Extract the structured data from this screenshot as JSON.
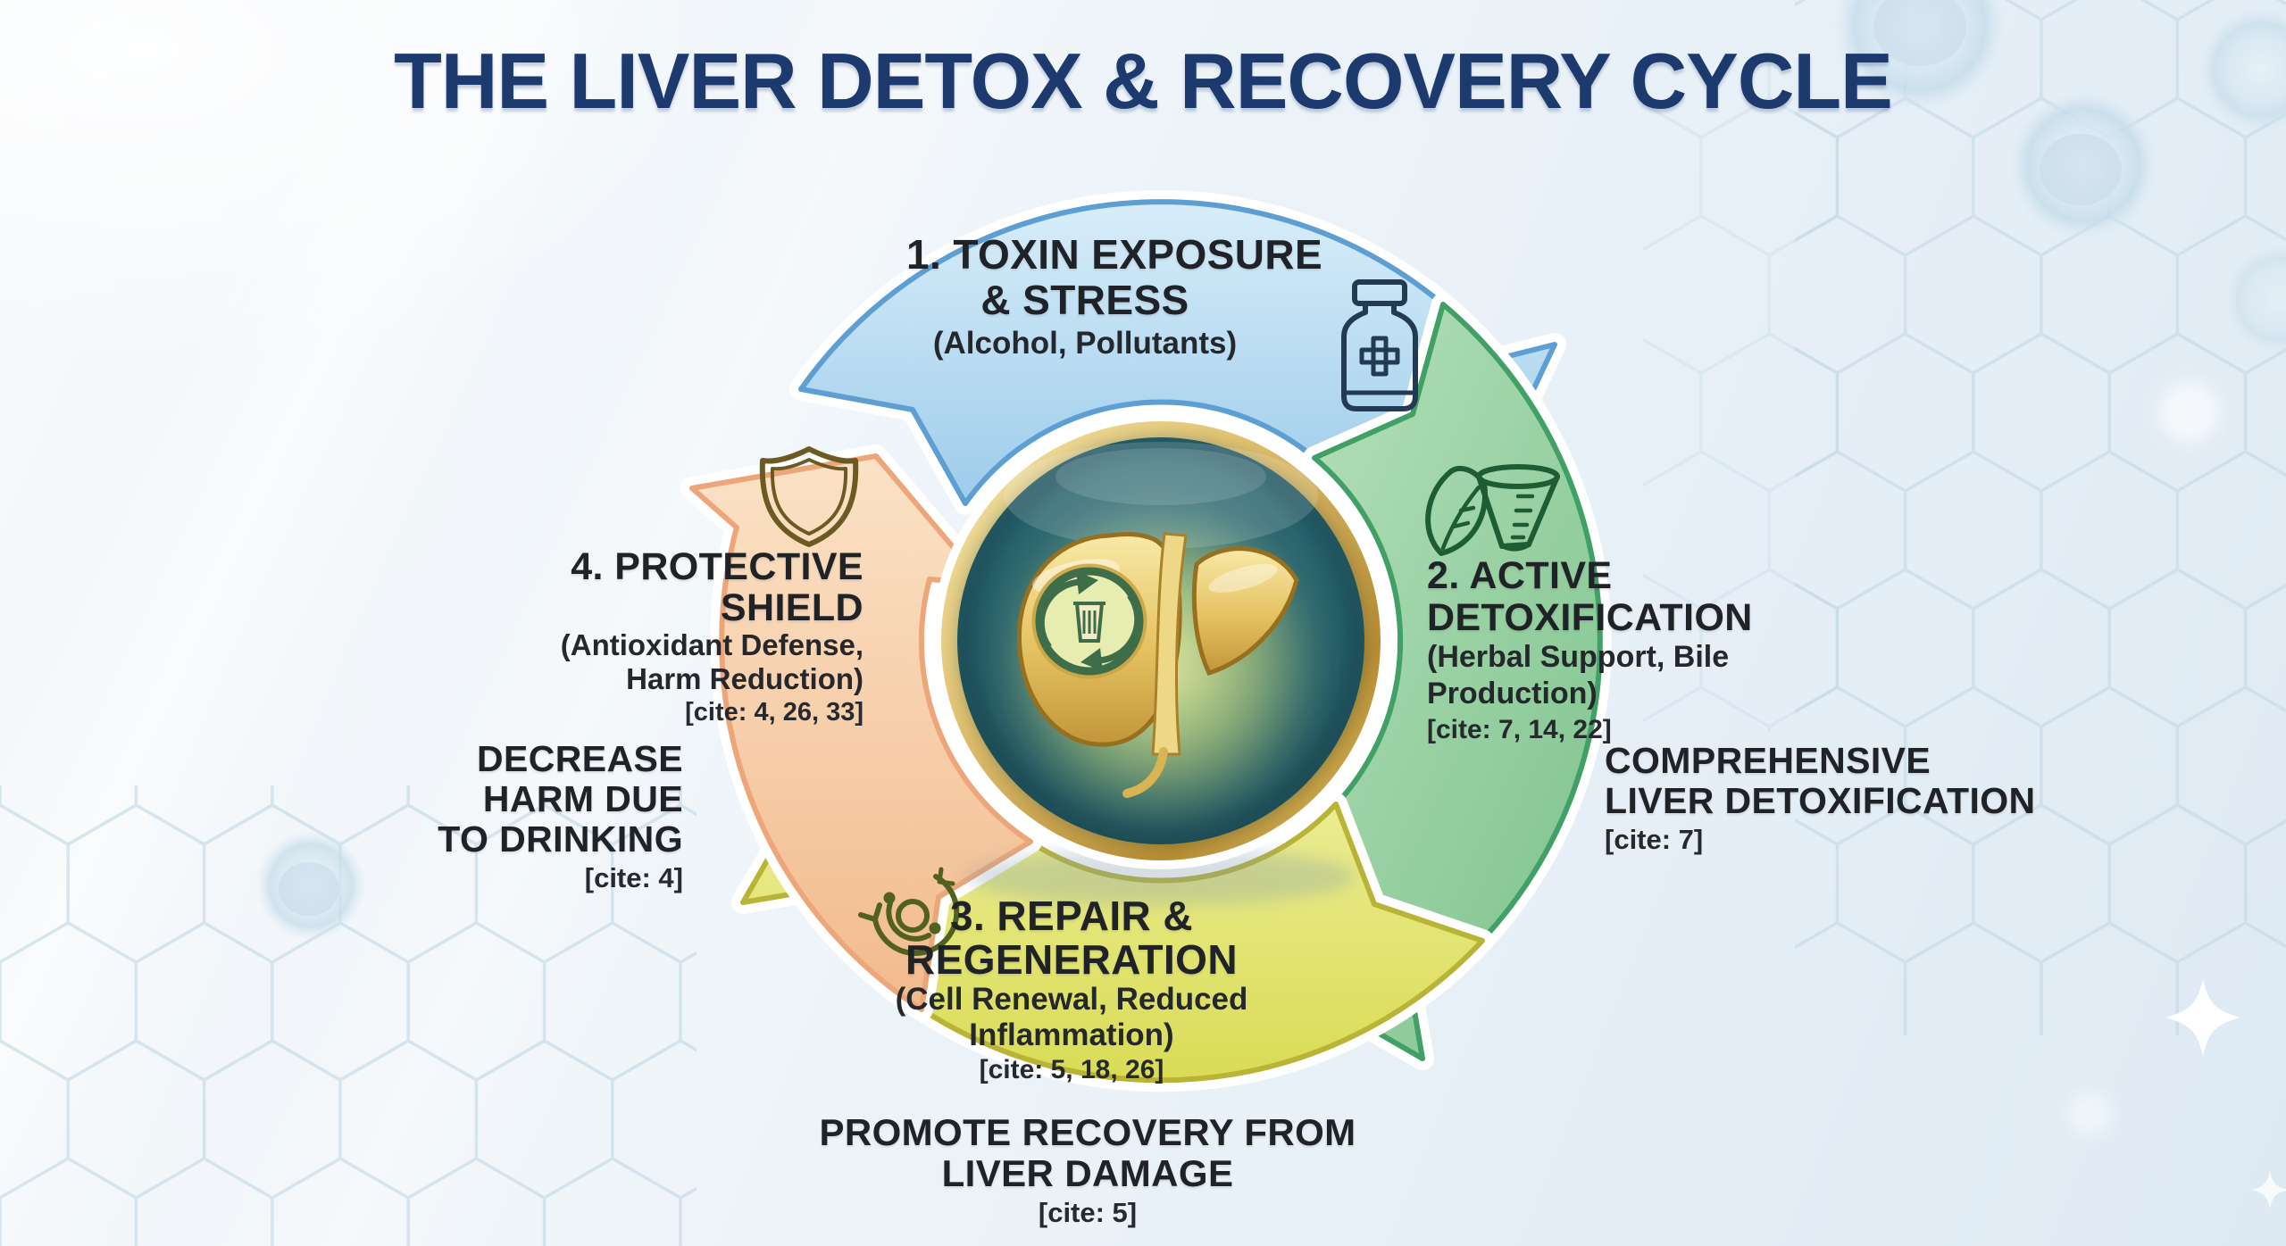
{
  "title": "THE LIVER DETOX & RECOVERY CYCLE",
  "stages": [
    {
      "heading1": "1. TOXIN EXPOSURE",
      "heading2": "& STRESS",
      "sub1": "(Alcohol, Pollutants)",
      "icon": "medicine-bottle-icon",
      "fill": "#a9d3ee",
      "border": "#5e9fd3"
    },
    {
      "heading1": "2. ACTIVE",
      "heading2": "DETOXIFICATION",
      "sub1": "(Herbal Support, Bile",
      "sub2": "Production)",
      "cite": "[cite: 7, 14, 22]",
      "icon": "leaf-funnel-icon",
      "fill": "#8fcb97",
      "border": "#41a065"
    },
    {
      "heading1": "3. REPAIR &",
      "heading2": "REGENERATION",
      "sub1": "(Cell Renewal, Reduced",
      "sub2": "Inflammation)",
      "cite": "[cite: 5, 18, 26]",
      "icon": "renewal-arrows-icon",
      "fill": "#e4e373",
      "border": "#b9b436"
    },
    {
      "heading1": "4. PROTECTIVE",
      "heading2": "SHIELD",
      "sub1": "(Antioxidant Defense,",
      "sub2": "Harm Reduction)",
      "cite": "[cite: 4, 26, 33]",
      "icon": "shield-icon",
      "fill": "#f6cfa7",
      "border": "#eda67a"
    }
  ],
  "callouts": {
    "left": {
      "line1": "DECREASE",
      "line2": "HARM DUE",
      "line3": "TO DRINKING",
      "cite": "[cite: 4]"
    },
    "right": {
      "line1": "COMPREHENSIVE",
      "line2": "LIVER DETOXIFICATION",
      "cite": "[cite: 7]"
    },
    "bottom": {
      "line1": "PROMOTE RECOVERY FROM",
      "line2": "LIVER DAMAGE",
      "cite": "[cite: 5]"
    }
  },
  "center_emblem": {
    "icon": "liver-recycle-emblem",
    "description_icons": [
      "liver-icon",
      "recycle-arrows-icon",
      "waste-bin-icon"
    ]
  },
  "colors": {
    "title_text": "#1c3a6d",
    "body_text": "#1f2226",
    "stage1_fill": "#a9d3ee",
    "stage1_border": "#5e9fd3",
    "stage2_fill": "#8fcb97",
    "stage2_border": "#41a065",
    "stage3_fill": "#e4e373",
    "stage3_border": "#b9b436",
    "stage4_fill": "#f6cfa7",
    "stage4_border": "#eda67a",
    "emblem_teal": "#1d5560",
    "emblem_gold": "#d9b452",
    "emblem_glow": "#e9efa0"
  },
  "decorations": [
    "hexagon-pattern",
    "cell-bubbles",
    "sparkle"
  ]
}
